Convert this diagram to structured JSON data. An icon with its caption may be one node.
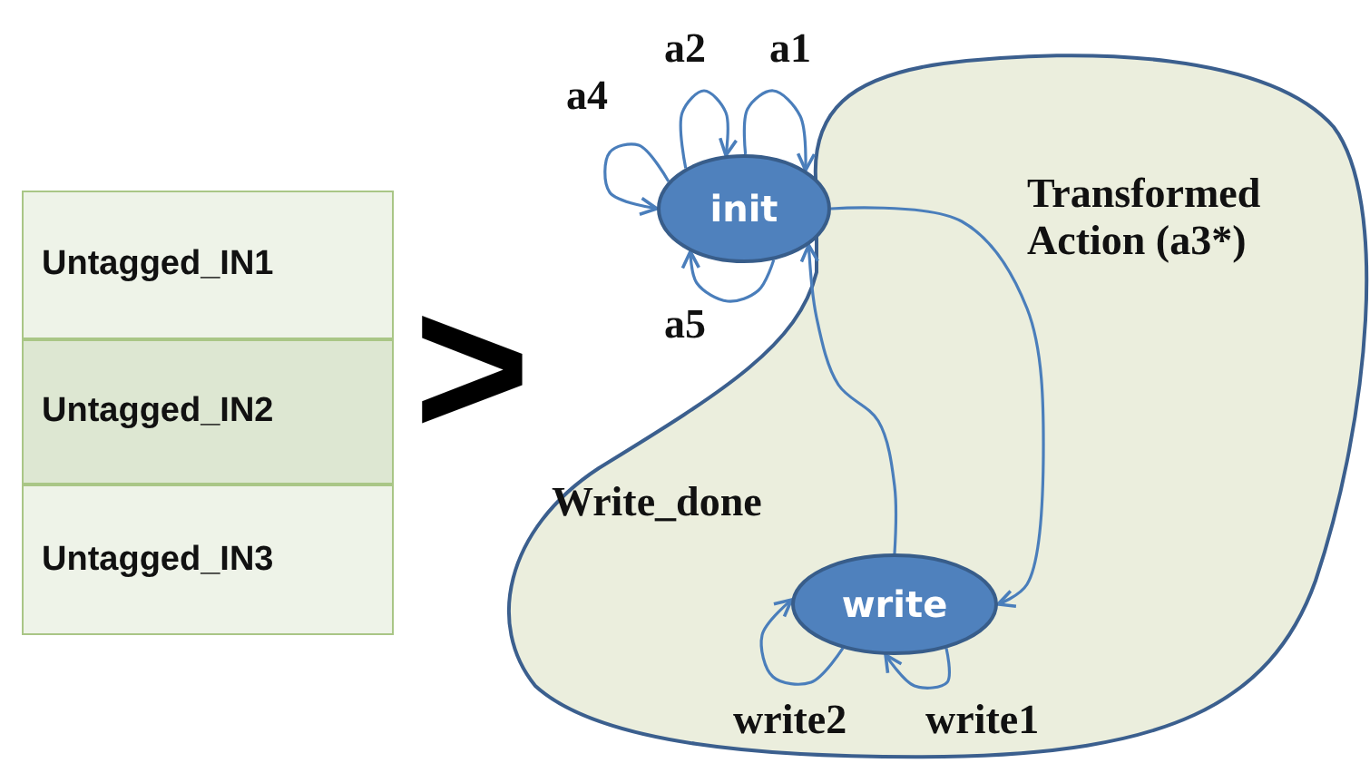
{
  "diagram": {
    "nodes": [
      {
        "text": [
          "Untagged_IN1"
        ]
      },
      {
        "text": [
          "Untagged_IN2"
        ]
      },
      {
        "text": [
          "Untagged_IN3"
        ]
      },
      {
        "text": [],
        "shape": "cloud"
      },
      {
        "text": [
          "init"
        ]
      },
      {
        "text": [
          "write"
        ],
        "in": 3
      }
    ],
    "edges": [
      {
        "from": 4,
        "to": 4,
        "arrow": "to",
        "label": "a4"
      },
      {
        "from": 4,
        "to": 4,
        "arrow": "to",
        "label": "a2"
      },
      {
        "from": 4,
        "to": 4,
        "arrow": "to",
        "label": "a1"
      },
      {
        "from": 4,
        "to": 4,
        "arrow": "to",
        "label": "a5"
      },
      {
        "from": 4,
        "to": 5,
        "arrow": "to",
        "label": "Transformed Action (a3*)"
      },
      {
        "from": 5,
        "to": 4,
        "arrow": "to",
        "label": "Write_done"
      },
      {
        "from": 5,
        "to": 5,
        "arrow": "to",
        "label": "write2"
      },
      {
        "from": 5,
        "to": 5,
        "arrow": "to",
        "label": "write1"
      }
    ],
    "labels": [
      ">"
    ]
  }
}
